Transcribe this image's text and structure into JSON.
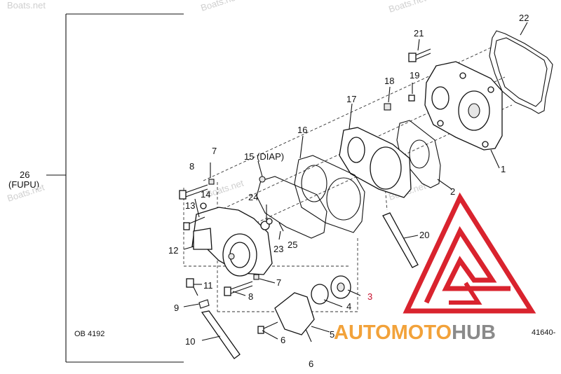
{
  "diagram": {
    "assembly_label": "26",
    "assembly_sublabel": "(FUPU)",
    "diagram_code_left": "OB 4192",
    "diagram_code_right": "41640-",
    "callouts": {
      "c1": "1",
      "c2": "2",
      "c3": "3",
      "c4": "4",
      "c5": "5",
      "c6a": "6",
      "c6b": "6",
      "c7a": "7",
      "c7b": "7",
      "c8a": "8",
      "c8b": "8",
      "c9": "9",
      "c10": "10",
      "c11": "11",
      "c12": "12",
      "c13": "13",
      "c14": "14",
      "c15": "15 (DIAP)",
      "c16": "16",
      "c17": "17",
      "c18": "18",
      "c19": "19",
      "c20": "20",
      "c21": "21",
      "c22": "22",
      "c23": "23",
      "c24": "24",
      "c25": "25"
    }
  },
  "watermarks": {
    "w1": "Boats.net",
    "w2": "Boats.net",
    "w3": "Boats.net",
    "w4": "Boats.net",
    "w5": "Boats.net",
    "w6": "Boats.net"
  },
  "brand": {
    "part1": "AUTOMOTO",
    "part2": "HUB",
    "color_orange": "#f2a23a",
    "color_gray": "#8a8a8a",
    "color_red": "#d9232e"
  }
}
